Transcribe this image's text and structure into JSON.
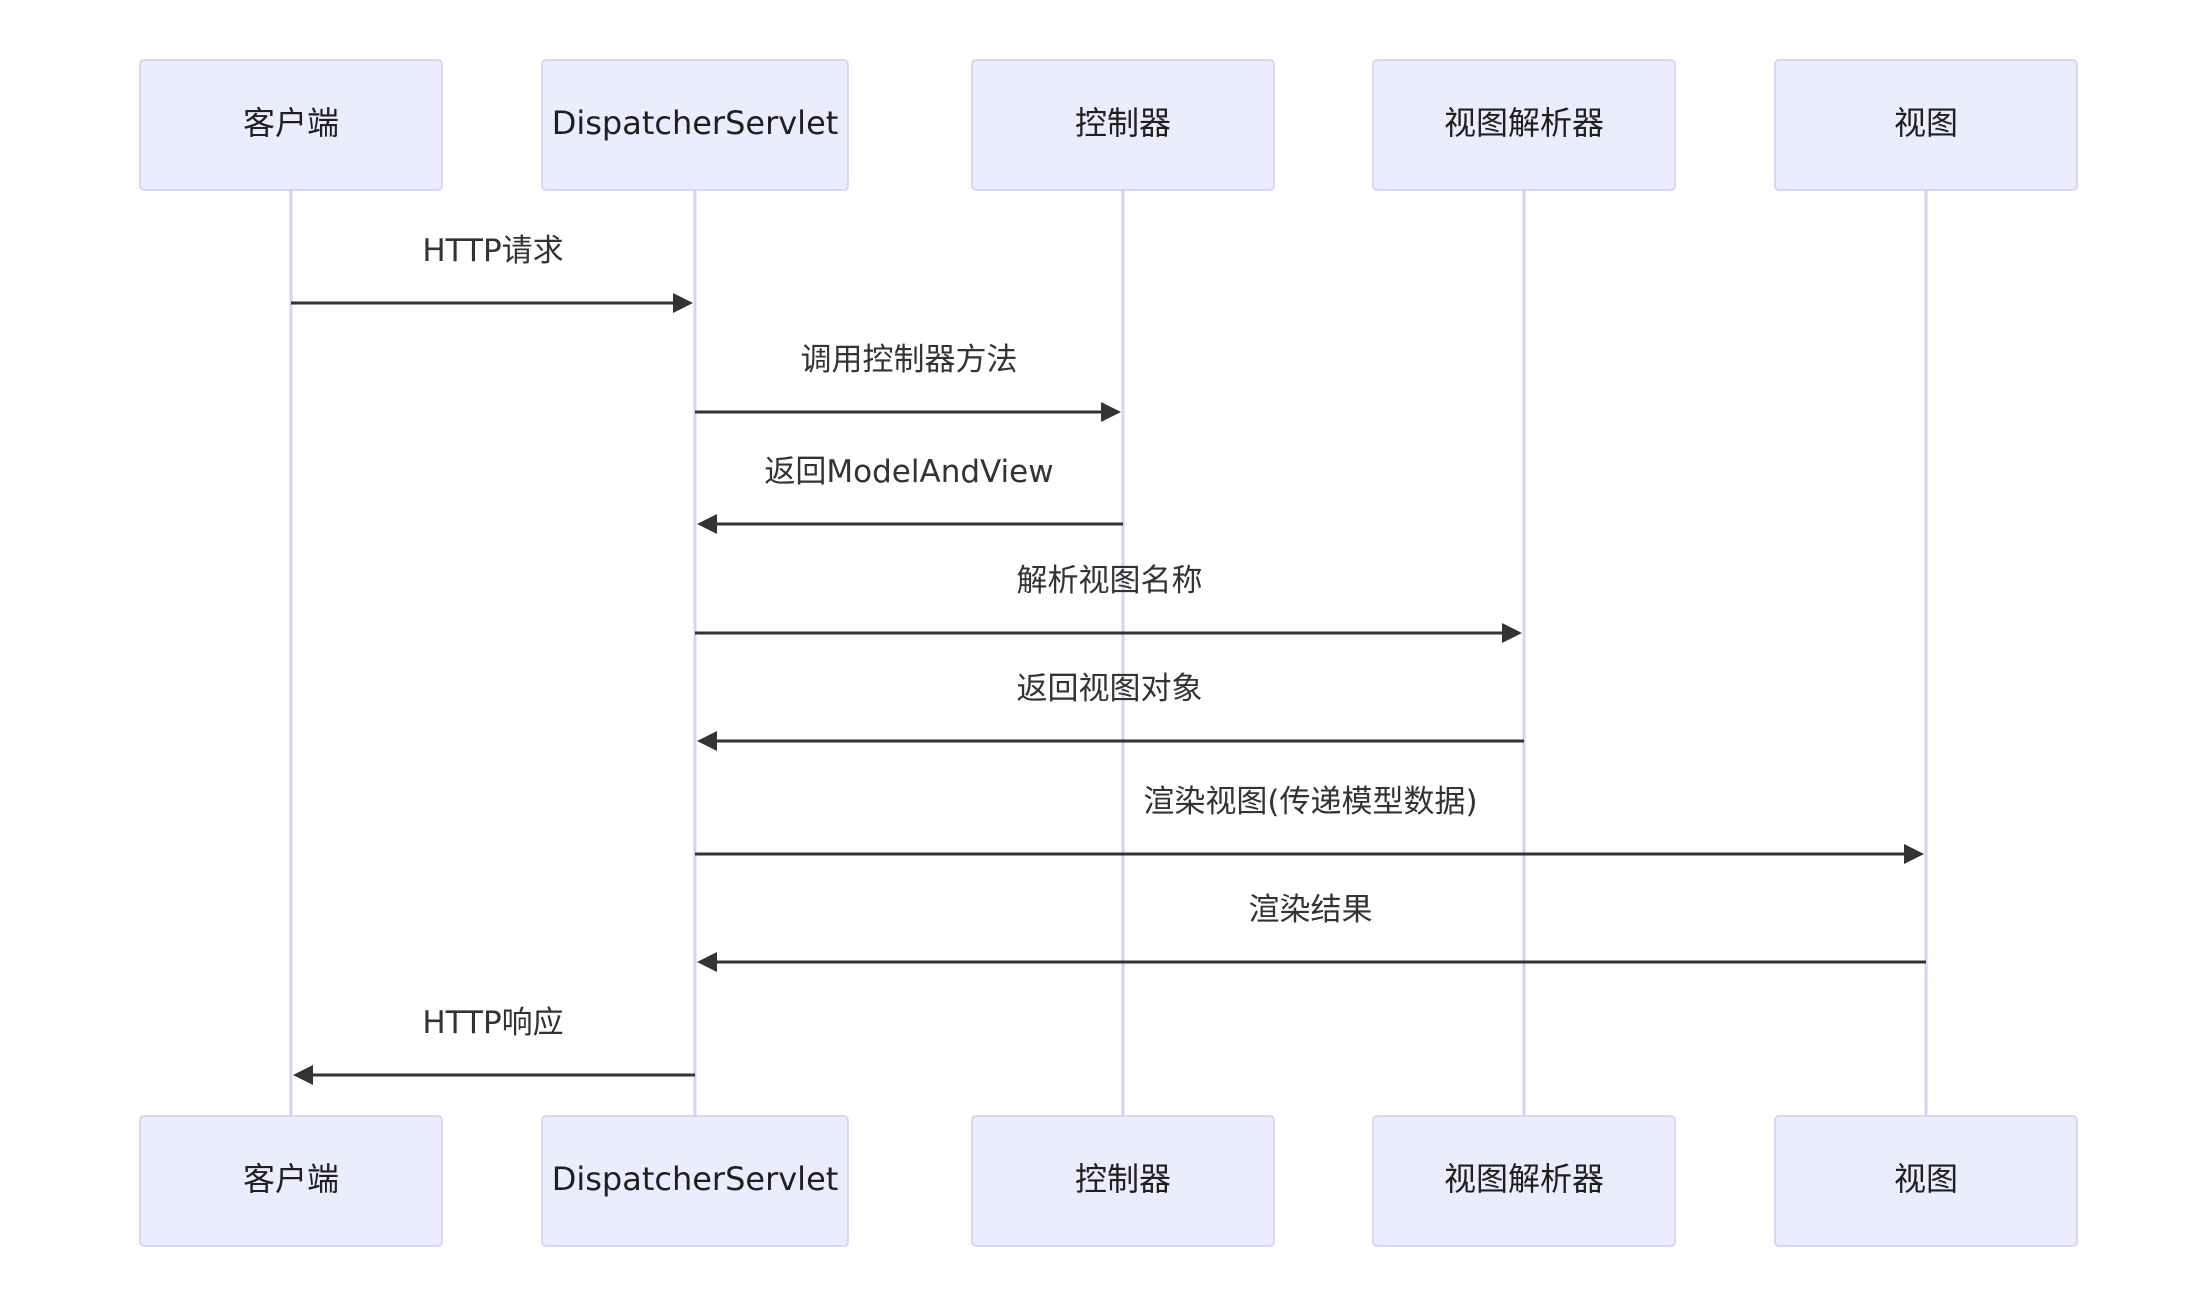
{
  "participants": [
    {
      "id": "client",
      "label": "客户端"
    },
    {
      "id": "dispatcher",
      "label": "DispatcherServlet"
    },
    {
      "id": "controller",
      "label": "控制器"
    },
    {
      "id": "resolver",
      "label": "视图解析器"
    },
    {
      "id": "view",
      "label": "视图"
    }
  ],
  "messages": [
    {
      "from": "client",
      "to": "dispatcher",
      "label": "HTTP请求"
    },
    {
      "from": "dispatcher",
      "to": "controller",
      "label": "调用控制器方法"
    },
    {
      "from": "controller",
      "to": "dispatcher",
      "label": "返回ModelAndView"
    },
    {
      "from": "dispatcher",
      "to": "resolver",
      "label": "解析视图名称"
    },
    {
      "from": "resolver",
      "to": "dispatcher",
      "label": "返回视图对象"
    },
    {
      "from": "dispatcher",
      "to": "view",
      "label": "渲染视图(传递模型数据)"
    },
    {
      "from": "view",
      "to": "dispatcher",
      "label": "渲染结果"
    },
    {
      "from": "dispatcher",
      "to": "client",
      "label": "HTTP响应"
    }
  ],
  "colors": {
    "actor_fill": "#ececff",
    "actor_border": "#d3ccf0",
    "lifeline": "#d8d0f5",
    "message": "#333333"
  }
}
